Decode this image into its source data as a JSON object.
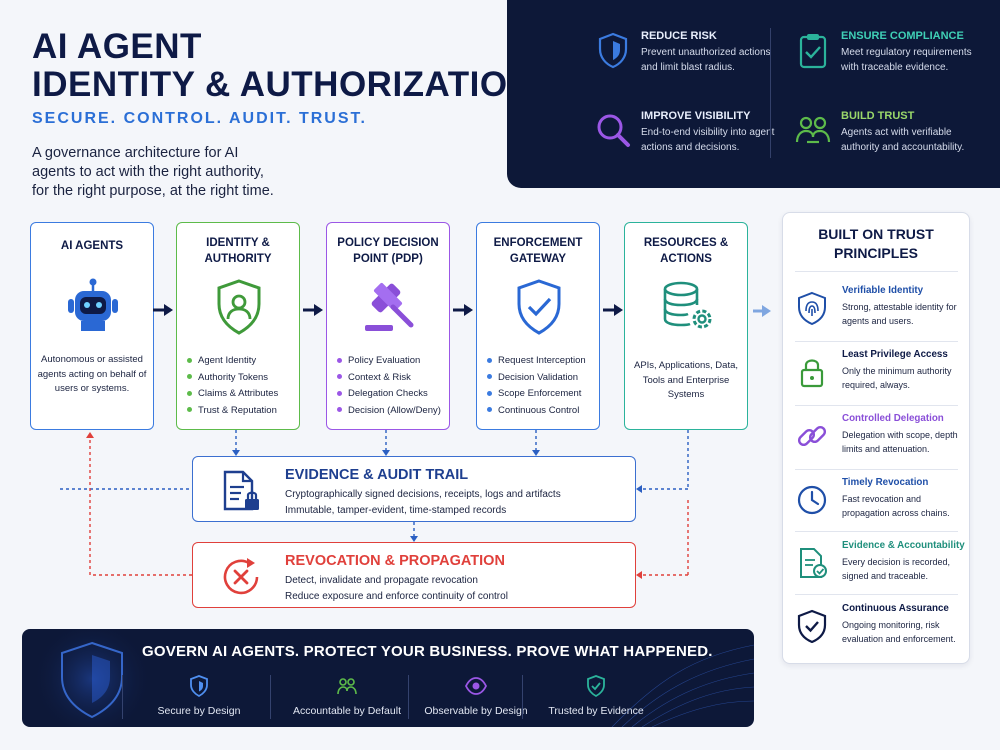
{
  "header": {
    "title_line1": "AI AGENT",
    "title_line2": "IDENTITY & AUTHORIZATION",
    "tagline": "SECURE. CONTROL. AUDIT. TRUST.",
    "intro": "A governance architecture for AI agents to act with the right authority, for the right purpose, at the right time."
  },
  "benefits": [
    {
      "title": "REDUCE RISK",
      "desc": "Prevent unauthorized actions and limit blast radius.",
      "icon": "shield-icon",
      "color": "#3b7be0"
    },
    {
      "title": "ENSURE COMPLIANCE",
      "desc": "Meet regulatory requirements with traceable evidence.",
      "icon": "clipboard-check-icon",
      "color": "#2bb39b"
    },
    {
      "title": "IMPROVE VISIBILITY",
      "desc": "End-to-end visibility into agent actions and decisions.",
      "icon": "magnifier-icon",
      "color": "#9b57e6"
    },
    {
      "title": "BUILD TRUST",
      "desc": "Agents act with verifiable authority and accountability.",
      "icon": "people-icon",
      "color": "#5dbb4a"
    }
  ],
  "flow": [
    {
      "title": "AI AGENTS",
      "icon": "robot-icon",
      "color": "#3b7be0",
      "desc": "Autonomous or assisted agents acting on behalf of users or systems."
    },
    {
      "title": "IDENTITY & AUTHORITY",
      "icon": "user-shield-icon",
      "color": "#5dbb4a",
      "bullets": [
        "Agent Identity",
        "Authority Tokens",
        "Claims & Attributes",
        "Trust & Reputation"
      ]
    },
    {
      "title": "POLICY DECISION POINT (PDP)",
      "icon": "gavel-icon",
      "color": "#9b57e6",
      "bullets": [
        "Policy Evaluation",
        "Context & Risk",
        "Delegation Checks",
        "Decision (Allow/Deny)"
      ]
    },
    {
      "title": "ENFORCEMENT GATEWAY",
      "icon": "shield-check-icon",
      "color": "#3b7be0",
      "bullets": [
        "Request Interception",
        "Decision Validation",
        "Scope Enforcement",
        "Continuous Control"
      ]
    },
    {
      "title": "RESOURCES & ACTIONS",
      "icon": "database-gear-icon",
      "color": "#2bb39b",
      "desc": "APIs, Applications, Data, Tools and Enterprise Systems"
    }
  ],
  "evidence": {
    "title": "EVIDENCE & AUDIT TRAIL",
    "line1": "Cryptographically signed decisions, receipts, logs and artifacts",
    "line2": "Immutable, tamper-evident, time-stamped records",
    "color": "#1e3f8f"
  },
  "revocation": {
    "title": "REVOCATION & PROPAGATION",
    "line1": "Detect, invalidate and propagate revocation",
    "line2": "Reduce exposure and enforce continuity of control",
    "color": "#e0403b"
  },
  "principles": {
    "title": "BUILT ON TRUST PRINCIPLES",
    "items": [
      {
        "title": "Verifiable Identity",
        "desc": "Strong, attestable identity for agents and users.",
        "icon": "fingerprint-shield-icon",
        "color": "#1f4fa8"
      },
      {
        "title": "Least Privilege Access",
        "desc": "Only the minimum authority required, always.",
        "icon": "lock-icon",
        "color": "#3a9a3a"
      },
      {
        "title": "Controlled Delegation",
        "desc": "Delegation with scope, depth limits and attenuation.",
        "icon": "link-icon",
        "color": "#8a4fd8"
      },
      {
        "title": "Timely Revocation",
        "desc": "Fast revocation and propagation across chains.",
        "icon": "clock-icon",
        "color": "#1f4fa8"
      },
      {
        "title": "Evidence & Accountability",
        "desc": "Every decision is recorded, signed and traceable.",
        "icon": "document-check-icon",
        "color": "#1f8f7c"
      },
      {
        "title": "Continuous Assurance",
        "desc": "Ongoing monitoring, risk evaluation and enforcement.",
        "icon": "shield-check-icon",
        "color": "#0e1a46"
      }
    ]
  },
  "banner": {
    "headline": "GOVERN AI AGENTS. PROTECT YOUR BUSINESS. PROVE WHAT HAPPENED.",
    "items": [
      {
        "label": "Secure by Design",
        "icon": "shield-icon",
        "color": "#4f8ff0"
      },
      {
        "label": "Accountable by Default",
        "icon": "people-icon",
        "color": "#5dbb4a"
      },
      {
        "label": "Observable by Design",
        "icon": "eye-icon",
        "color": "#9b57e6"
      },
      {
        "label": "Trusted by Evidence",
        "icon": "shield-check-icon",
        "color": "#2bb39b"
      }
    ]
  }
}
